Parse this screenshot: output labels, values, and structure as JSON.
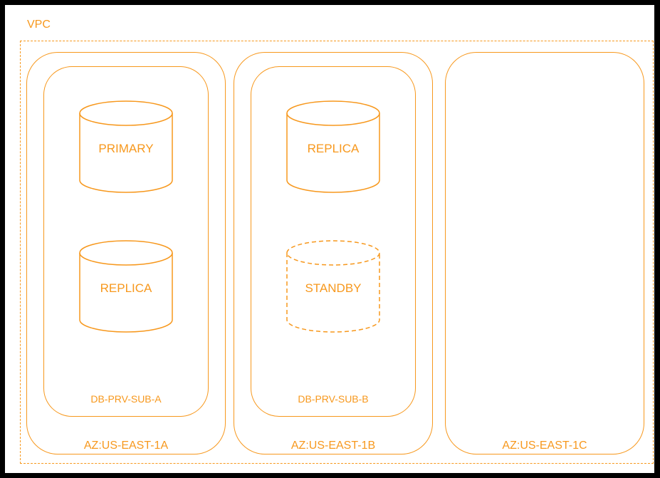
{
  "colors": {
    "accent": "#F7981D",
    "frame": "#000000"
  },
  "vpc": {
    "label": "VPC"
  },
  "zones": [
    {
      "label": "AZ:US-EAST-1A",
      "subnet": "DB-PRV-SUB-A",
      "db1": "PRIMARY",
      "db2": "REPLICA"
    },
    {
      "label": "AZ:US-EAST-1B",
      "subnet": "DB-PRV-SUB-B",
      "db1": "REPLICA",
      "db2": "STANDBY"
    },
    {
      "label": "AZ:US-EAST-1C"
    }
  ],
  "icons": {
    "database": "database-cylinder-icon",
    "standby": "dashed-database-cylinder-icon"
  }
}
